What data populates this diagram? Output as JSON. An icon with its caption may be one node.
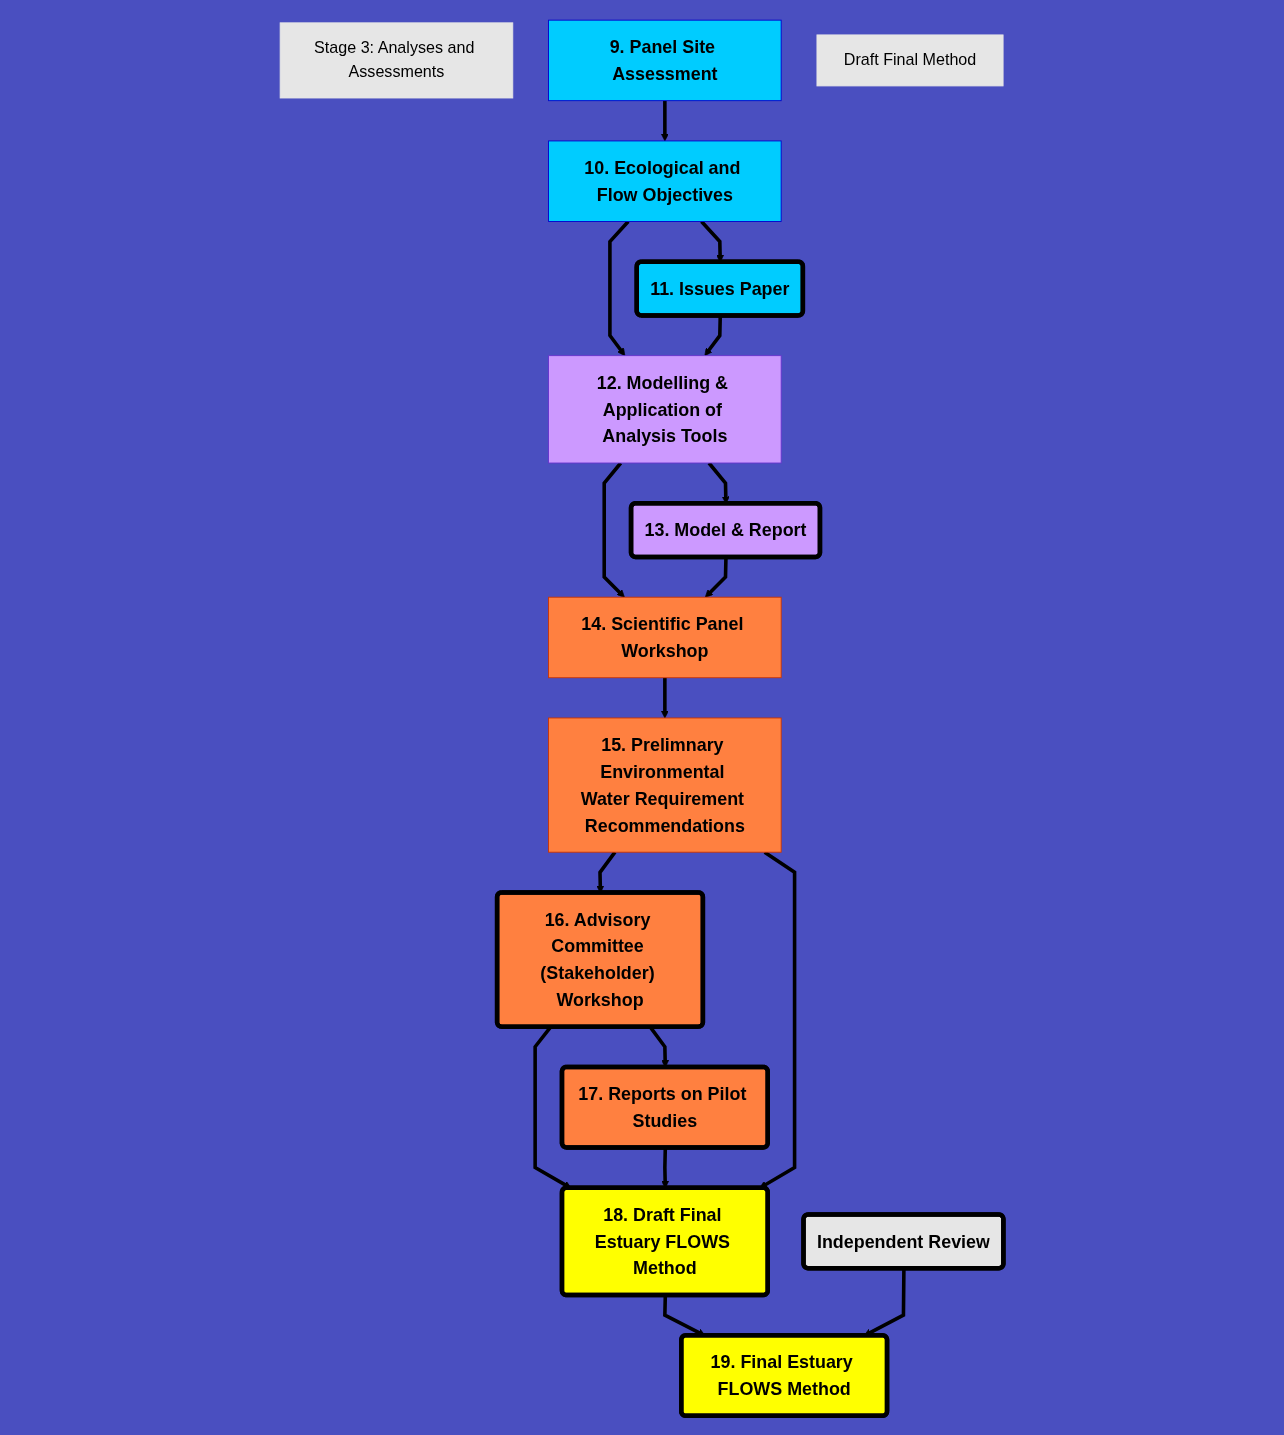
{
  "diagram": {
    "nodes": [
      {
        "text": [
          "Stage 3: Analyses and Assessments"
        ]
      },
      {
        "text": [
          "9. Panel Site Assessment"
        ]
      },
      {
        "text": [
          "10. Ecological and Flow Objectives"
        ]
      },
      {
        "text": [
          "11. Issues Paper"
        ]
      },
      {
        "text": [
          "12. Modelling & Application of Analysis Tools"
        ]
      },
      {
        "text": [
          "13. Model & Report"
        ]
      },
      {
        "text": [
          "14. Scientific Panel Workshop"
        ]
      },
      {
        "text": [
          "15. Prelimnary Environmental Water Requirement Recommendations"
        ]
      },
      {
        "text": [
          "16. Advisory Committee (Stakeholder) Workshop"
        ]
      },
      {
        "text": [
          "17. Reports on Pilot Studies"
        ]
      },
      {
        "text": [
          "Draft Final Method"
        ]
      },
      {
        "text": [
          "18. Draft Final Estuary FLOWS Method"
        ]
      },
      {
        "text": [
          "Independent Review"
        ]
      },
      {
        "text": [
          "19. Final Estuary FLOWS Method"
        ]
      }
    ],
    "edges": [
      {
        "from": 1,
        "to": 2,
        "arrow": "to"
      },
      {
        "from": 2,
        "to": 3,
        "arrow": "to"
      },
      {
        "from": 2,
        "to": 4,
        "arrow": "to"
      },
      {
        "from": 3,
        "to": 4,
        "arrow": "to"
      },
      {
        "from": 4,
        "to": 5,
        "arrow": "to"
      },
      {
        "from": 4,
        "to": 6,
        "arrow": "to"
      },
      {
        "from": 5,
        "to": 6,
        "arrow": "to"
      },
      {
        "from": 6,
        "to": 7,
        "arrow": "to"
      },
      {
        "from": 7,
        "to": 8,
        "arrow": "to"
      },
      {
        "from": 8,
        "to": 9,
        "arrow": "to"
      },
      {
        "from": 8,
        "to": 11,
        "arrow": "to"
      },
      {
        "from": 9,
        "to": 11,
        "arrow": "to"
      },
      {
        "from": 7,
        "to": 11,
        "arrow": "to"
      },
      {
        "from": 11,
        "to": 13,
        "arrow": "to"
      },
      {
        "from": 12,
        "to": 13,
        "arrow": "to"
      }
    ]
  }
}
